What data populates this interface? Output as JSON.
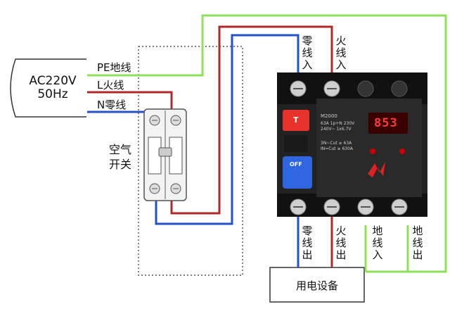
{
  "colors": {
    "pe_wire": "#8fe05a",
    "live_wire": "#b0282a",
    "neutral_wire": "#2450c8",
    "device_body": "#222222",
    "display_bg": "#3a0000",
    "display_text": "#ff3a3a",
    "test_button": "#e8322c",
    "off_button": "#2f66e0"
  },
  "source": {
    "voltage": "AC220V",
    "frequency": "50Hz"
  },
  "wire_labels": {
    "pe": "PE地线",
    "live": "L火线",
    "neutral": "N零线"
  },
  "breaker": {
    "label_line1": "空气",
    "label_line2": "开关"
  },
  "protector": {
    "display_value": "853",
    "model": "M2000",
    "off_label": "OFF",
    "test_label": "T",
    "spec_lines": [
      "63A  1p+N 230V",
      "240V~  1x6.7V",
      "3N~Cut ≥ 63A",
      "IN=Cut ≥ 630A"
    ]
  },
  "terminals": {
    "neutral_in": "零线入",
    "live_in": "火线入",
    "neutral_out": "零线出",
    "live_out": "火线出",
    "ground_in": "地线入",
    "ground_out": "地线出"
  },
  "load": {
    "label": "用电设备"
  }
}
